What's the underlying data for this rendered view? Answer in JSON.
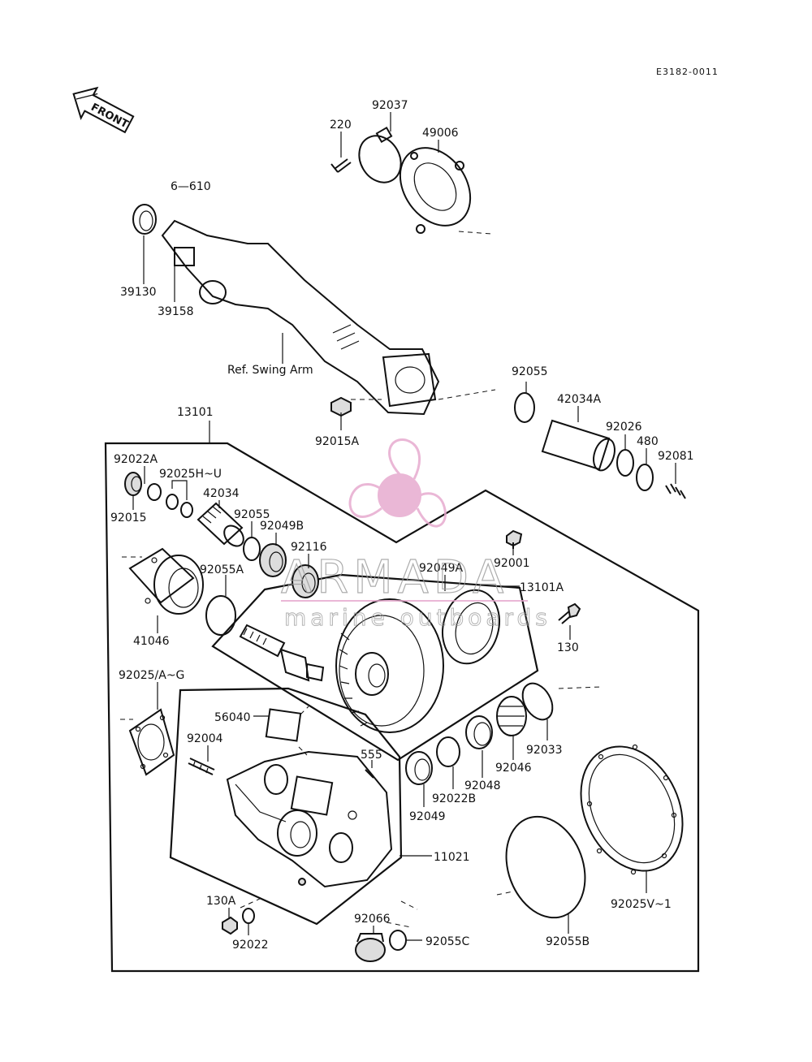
{
  "diagram_code": "E3182-0011",
  "front_arrow_label": "FRONT",
  "ref_text": "Ref. Swing Arm",
  "watermark": {
    "brand": "ARMADA",
    "tagline": "marine outboards",
    "color": "#e0a0c8"
  },
  "labels": {
    "l92037": "92037",
    "l220": "220",
    "l49006": "49006",
    "l6_610": "6—610",
    "l39130": "39130",
    "l39158": "39158",
    "l92055_top": "92055",
    "l42034A": "42034A",
    "l92026": "92026",
    "l480": "480",
    "l92081": "92081",
    "l92015A": "92015A",
    "l13101": "13101",
    "l92022A": "92022A",
    "l92025HU": "92025H~U",
    "l92015": "92015",
    "l42034": "42034",
    "l92055_mid": "92055",
    "l92049B": "92049B",
    "l92116": "92116",
    "l92055A": "92055A",
    "l41046": "41046",
    "l92001": "92001",
    "l92049A": "92049A",
    "l13101A": "13101A",
    "l130": "130",
    "l92025AG": "92025/A~G",
    "l56040": "56040",
    "l92004": "92004",
    "l555": "555",
    "l92033": "92033",
    "l92046": "92046",
    "l92048": "92048",
    "l92022B": "92022B",
    "l92049": "92049",
    "l11021": "11021",
    "l92025V1": "92025V~1",
    "l130A": "130A",
    "l92022": "92022",
    "l92066": "92066",
    "l92055C": "92055C",
    "l92055B": "92055B"
  }
}
